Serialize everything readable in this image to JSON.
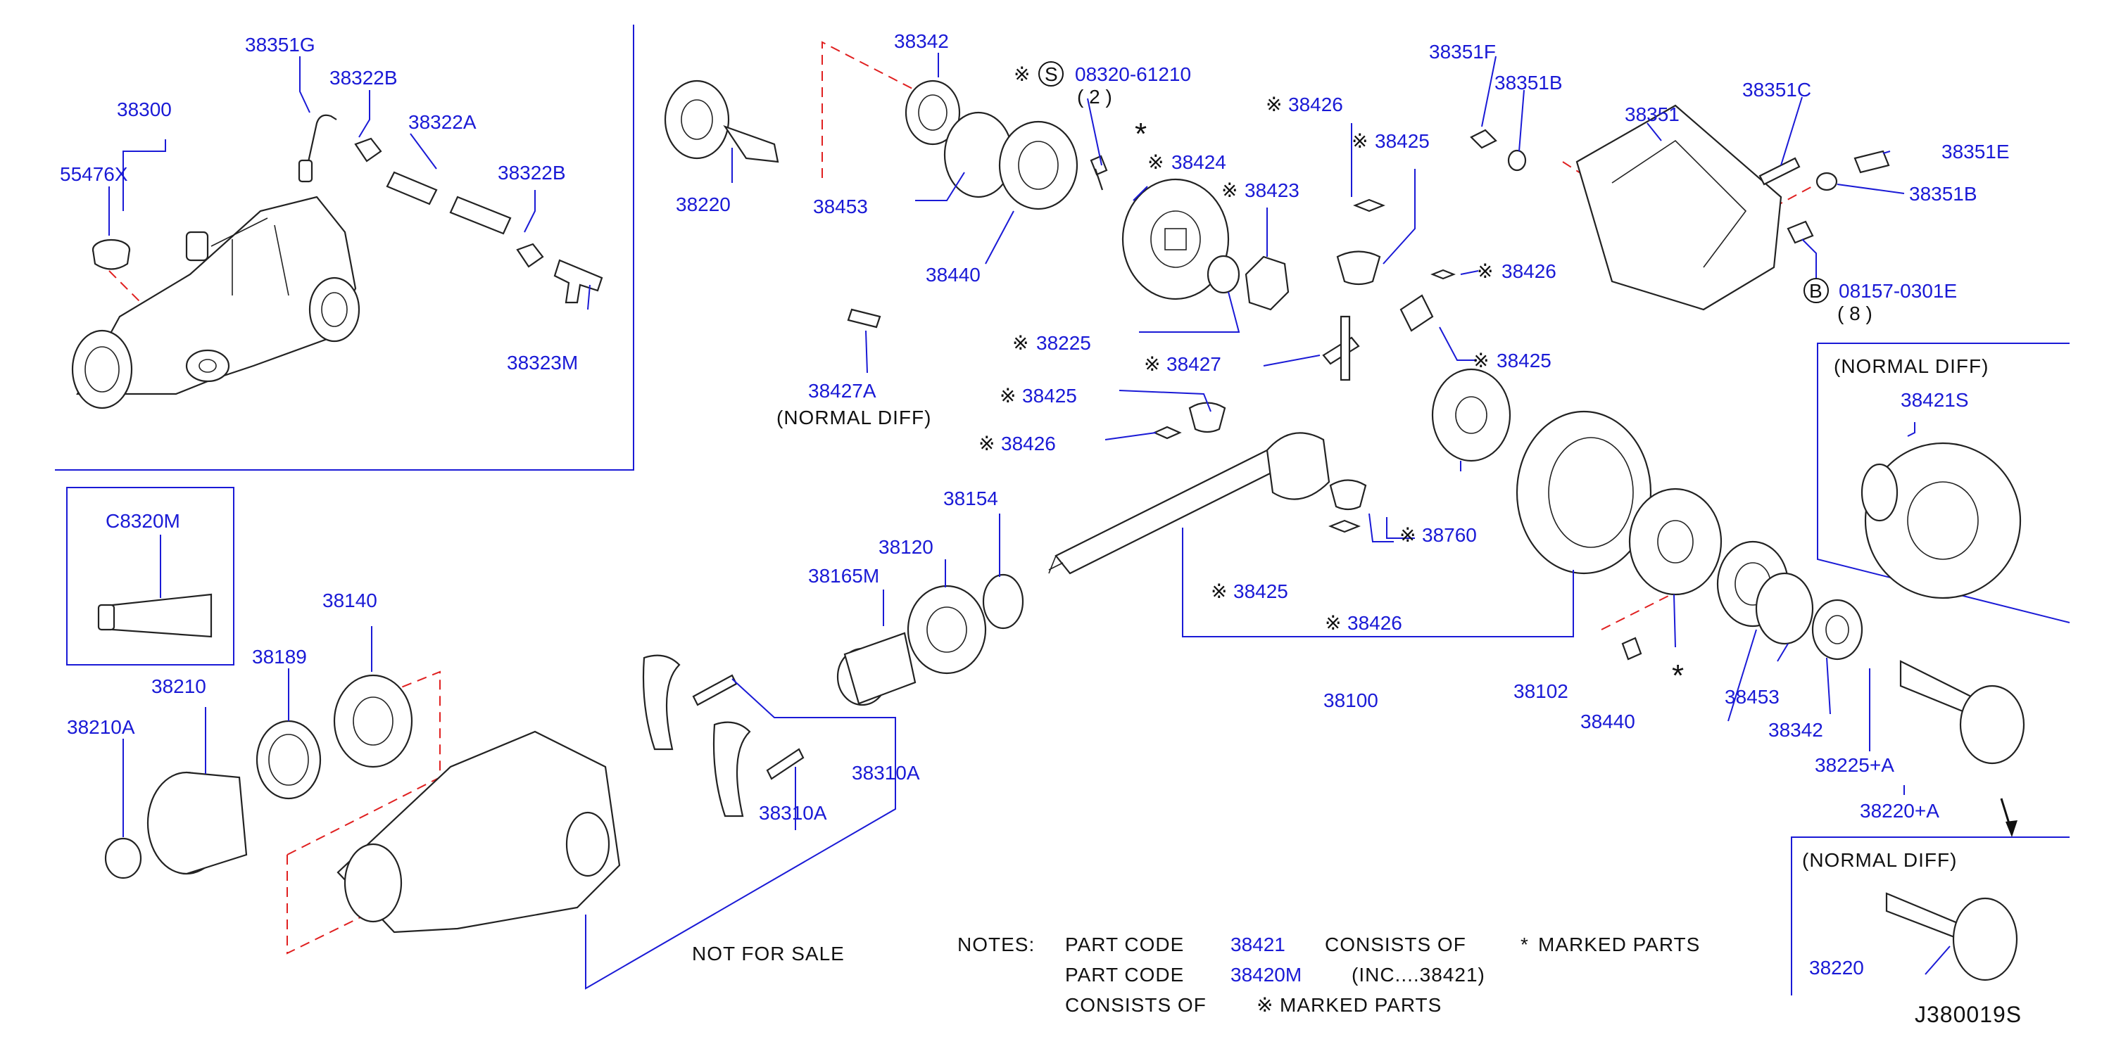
{
  "labels": {
    "p38351G": "38351G",
    "p38322B_a": "38322B",
    "p38300": "38300",
    "p38322A": "38322A",
    "p55476X": "55476X",
    "p38322B_b": "38322B",
    "p38323M": "38323M",
    "p38342_a": "38342",
    "p08320": "08320-61210",
    "p08320_qty": "( 2 )",
    "p38220_a": "38220",
    "p38453_a": "38453",
    "p38440_a": "38440",
    "p38424": "38424",
    "p38423": "38423",
    "p38225": "38225",
    "p38427A": "38427A",
    "p38427A_note": "(NORMAL DIFF)",
    "p38426_a": "38426",
    "p38425_a": "38425",
    "p38426_b": "38426",
    "p38425_b": "38425",
    "p38427": "38427",
    "p38425_c": "38425",
    "p38426_c": "38426",
    "p38351F": "38351F",
    "p38351B_a": "38351B",
    "p38351": "38351",
    "p38351C": "38351C",
    "p38351E": "38351E",
    "p38351B_b": "38351B",
    "p08157": "08157-0301E",
    "p08157_qty": "( 8 )",
    "normal_diff_1": "(NORMAL DIFF)",
    "p38421S": "38421S",
    "p38760": "38760",
    "p38425_d": "38425",
    "p38426_d": "38426",
    "p38100": "38100",
    "p38102": "38102",
    "p38440_b": "38440",
    "p38453_b": "38453",
    "p38342_b": "38342",
    "p38225A": "38225+A",
    "p38220A": "38220+A",
    "normal_diff_2": "(NORMAL DIFF)",
    "p38220_b": "38220",
    "pC8320M": "C8320M",
    "p38140": "38140",
    "p38189": "38189",
    "p38210": "38210",
    "p38210A": "38210A",
    "p38154": "38154",
    "p38120": "38120",
    "p38165M": "38165M",
    "p38310A_a": "38310A",
    "p38310A_b": "38310A",
    "not_for_sale": "NOT FOR SALE"
  },
  "symbols": {
    "kome": "※",
    "asterisk": "*",
    "circle_s": "S",
    "circle_b": "B"
  },
  "notes": {
    "title": "NOTES:",
    "line1_a": "PART CODE",
    "line1_code": "38421",
    "line1_b": "CONSISTS OF",
    "line1_c": "MARKED PARTS",
    "line2_a": "PART CODE",
    "line2_code": "38420M",
    "line2_b": "(INC....38421)",
    "line3_a": "CONSISTS OF",
    "line3_b": "MARKED PARTS"
  },
  "drawing_id": "J380019S",
  "colors": {
    "label_blue": "#1a1ad6",
    "dash_red": "#e02020",
    "line_black": "#222222"
  }
}
